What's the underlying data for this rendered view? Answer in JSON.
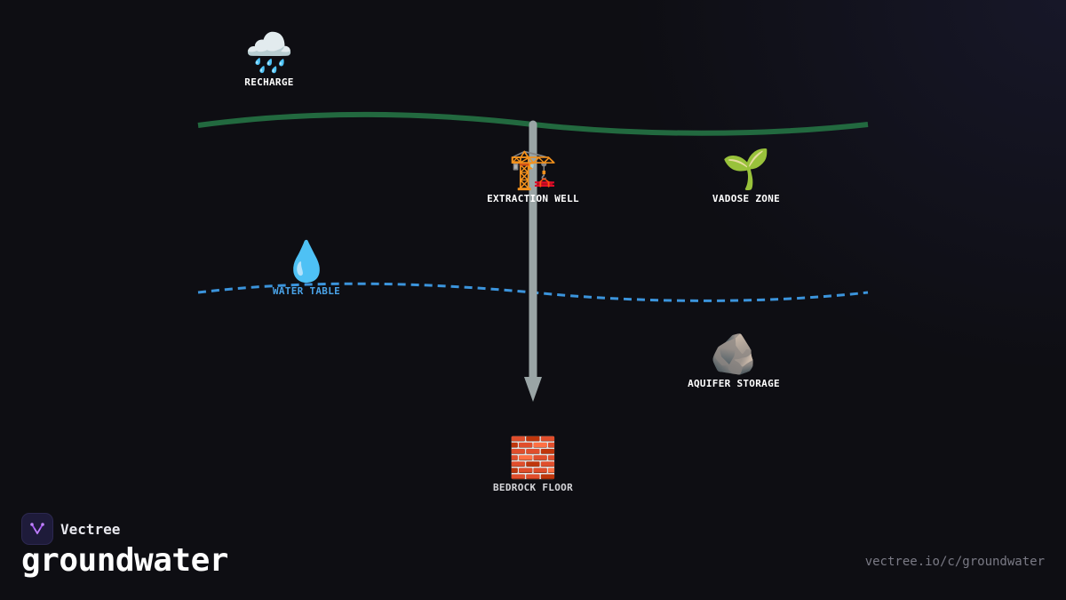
{
  "diagram": {
    "nodes": {
      "recharge": {
        "icon": "rain-cloud-icon",
        "emoji": "🌧️",
        "label": "RECHARGE"
      },
      "extraction_well": {
        "icon": "crane-icon",
        "emoji": "🏗️",
        "label": "EXTRACTION WELL"
      },
      "vadose_zone": {
        "icon": "seedling-icon",
        "emoji": "🌱",
        "label": "VADOSE ZONE"
      },
      "water_table": {
        "icon": "droplet-icon",
        "emoji": "💧",
        "label": "WATER TABLE"
      },
      "aquifer_storage": {
        "icon": "rock-icon",
        "emoji": "🪨",
        "label": "AQUIFER STORAGE"
      },
      "bedrock_floor": {
        "icon": "brick-icon",
        "emoji": "🧱",
        "label": "BEDROCK FLOOR"
      }
    },
    "colors": {
      "surface_line": "#22693f",
      "water_table_line": "#3b94dc",
      "well_shaft": "#9aa5a6",
      "water_label": "#4aa3e8"
    }
  },
  "footer": {
    "brand_name": "Vectree",
    "brand_icon": "vectree-logo-icon",
    "title": "groundwater",
    "url": "vectree.io/c/groundwater"
  }
}
